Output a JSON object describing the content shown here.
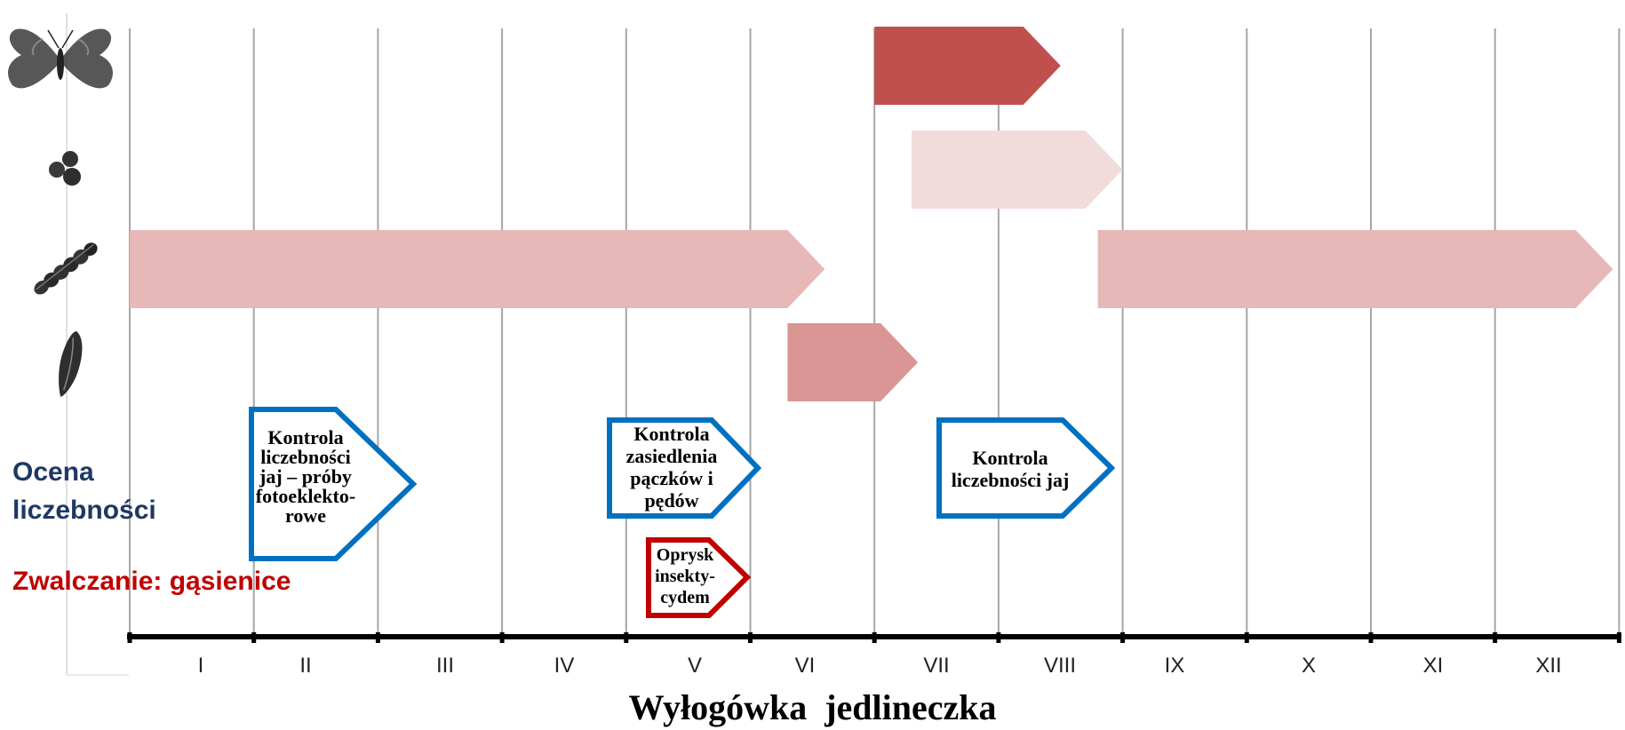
{
  "title": "Wyłogówka jedlineczka",
  "side_labels": {
    "assessment": "Ocena liczebności",
    "control": "Zwalczanie: gąsienice"
  },
  "months": [
    "I",
    "II",
    "III",
    "IV",
    "V",
    "VI",
    "VII",
    "VIII",
    "IX",
    "X",
    "XI",
    "XII"
  ],
  "life_stages": [
    {
      "icon": "moth-icon",
      "bars": [
        {
          "from_month": 7.0,
          "to_month": 8.5,
          "color": "#c0504d"
        }
      ]
    },
    {
      "icon": "eggs-icon",
      "bars": [
        {
          "from_month": 7.3,
          "to_month": 9.0,
          "color": "#f2dcdb"
        }
      ]
    },
    {
      "icon": "caterpillar-icon",
      "bars": [
        {
          "from_month": 1.0,
          "to_month": 6.6,
          "color": "#e6b9b8"
        },
        {
          "from_month": 8.8,
          "to_month": 12.95,
          "color": "#e6b9b8"
        }
      ]
    },
    {
      "icon": "pupa-icon",
      "bars": [
        {
          "from_month": 6.3,
          "to_month": 7.35,
          "color": "#d99694"
        }
      ]
    }
  ],
  "assessment_boxes": [
    {
      "text": "Kontrola liczebności jaj – próby fotoeklekto-rowe",
      "color": "#0070c0"
    },
    {
      "text": "Kontrola zasiedlenia pączków i pędów",
      "color": "#0070c0"
    },
    {
      "text": "Kontrola liczebności jaj",
      "color": "#0070c0"
    }
  ],
  "control_boxes": [
    {
      "text": "Oprysk insekty-cydem",
      "color": "#c00000"
    }
  ]
}
